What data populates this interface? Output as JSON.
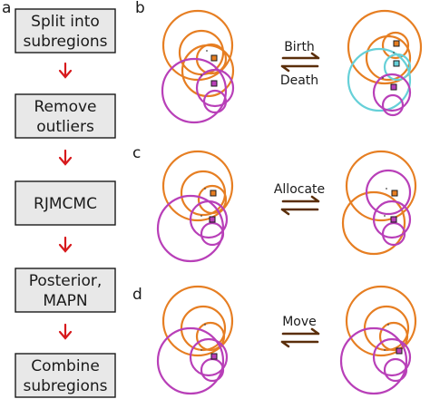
{
  "panels": {
    "a": "a",
    "b": "b",
    "c": "c",
    "d": "d"
  },
  "workflow": {
    "steps": [
      [
        "Split into",
        "subregions"
      ],
      [
        "Remove",
        "outliers"
      ],
      [
        "RJMCMC"
      ],
      [
        "Posterior,",
        "MAPN"
      ],
      [
        "Combine",
        "subregions"
      ]
    ]
  },
  "moves": {
    "birth": "Birth",
    "death": "Death",
    "allocate": "Allocate",
    "move": "Move"
  },
  "colors": {
    "cluster_a": "#e67e22",
    "cluster_b": "#b83fb8",
    "cluster_new": "#66d0d8",
    "flow_arrow": "#d7191c",
    "exchange_arrow": "#5a2e0a",
    "box_fill": "#e8e8e8"
  }
}
